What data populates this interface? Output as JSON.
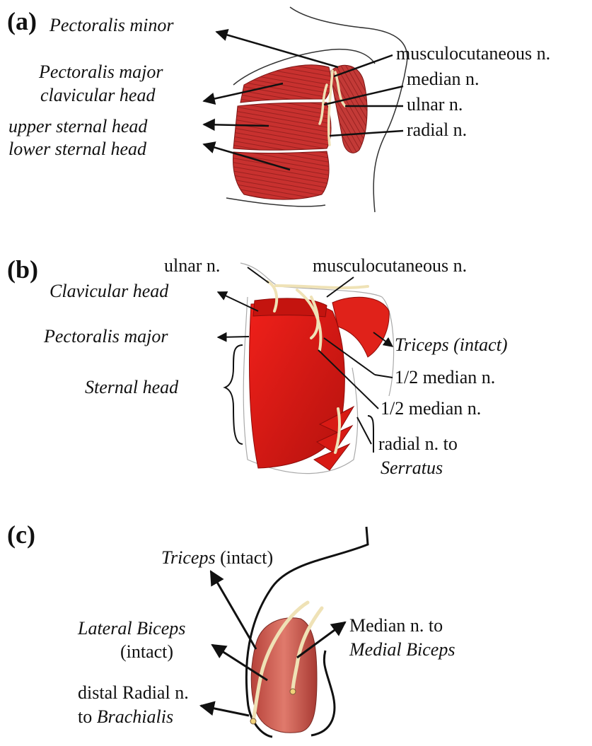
{
  "colors": {
    "muscle": "#c8312f",
    "muscle_dark": "#9a1f1e",
    "muscle_bright": "#e01a14",
    "nerve": "#efe2b6",
    "outline": "#111111"
  },
  "panel_a": {
    "tag": "(a)",
    "labels": {
      "pect_minor": "Pectoralis minor",
      "pect_major": "Pectoralis major",
      "clavicular_head": "clavicular head",
      "upper_sternal_head": "upper sternal head",
      "lower_sternal_head": "lower sternal head",
      "musculocutaneous": "musculocutaneous n.",
      "median": "median n.",
      "ulnar": "ulnar n.",
      "radial": "radial n."
    }
  },
  "panel_b": {
    "tag": "(b)",
    "labels": {
      "ulnar": "ulnar n.",
      "musculocutaneous": "musculocutaneous n.",
      "clavicular_head": "Clavicular head",
      "pect_major": "Pectoralis major",
      "triceps": "Triceps (intact)",
      "sternal_head": "Sternal head",
      "half_median_1": "1/2 median n.",
      "half_median_2": "1/2 median n.",
      "radial_to": "radial n. to",
      "serratus": "Serratus"
    }
  },
  "panel_c": {
    "tag": "(c)",
    "labels": {
      "triceps": "Triceps",
      "triceps_intact": " (intact)",
      "lateral_biceps": "Lateral Biceps",
      "lateral_intact": "(intact)",
      "median_to": "Median n. to",
      "medial_biceps": "Medial Biceps",
      "distal_radial": "distal Radial n.",
      "to": "to ",
      "brachialis": "Brachialis"
    }
  }
}
